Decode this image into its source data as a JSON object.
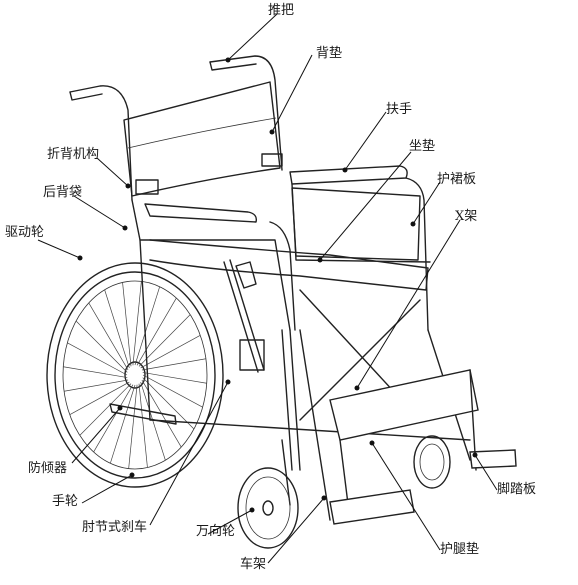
{
  "labels": {
    "push_handle": "推把",
    "back_pad": "背垫",
    "armrest": "扶手",
    "seat_pad": "坐垫",
    "skirt_guard": "护裙板",
    "x_frame": "X架",
    "folding_back_latch": "折背机构",
    "rear_back_pocket": "后背袋",
    "drive_wheel": "驱动轮",
    "tipping_lever": "防倾器",
    "hand_rim": "手轮",
    "elbow_brake": "肘节式刹车",
    "caster": "万向轮",
    "frame": "车架",
    "leg_pad": "护腿垫",
    "footrest": "脚踏板"
  }
}
